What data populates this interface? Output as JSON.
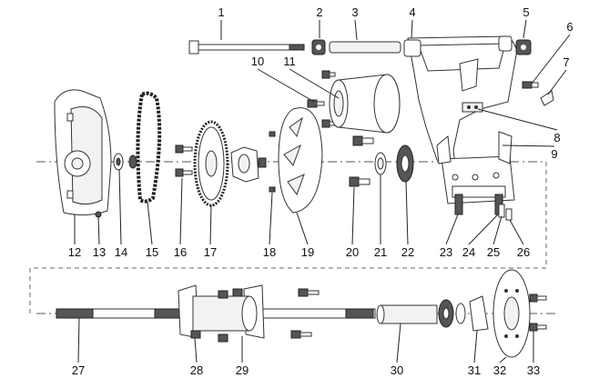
{
  "diagram": {
    "callouts": [
      "1",
      "2",
      "3",
      "4",
      "5",
      "6",
      "7",
      "8",
      "9",
      "10",
      "11",
      "12",
      "13",
      "14",
      "15",
      "16",
      "17",
      "18",
      "19",
      "20",
      "21",
      "22",
      "23",
      "24",
      "25",
      "26",
      "27",
      "28",
      "29",
      "30",
      "31",
      "32",
      "33"
    ]
  },
  "colors": {
    "ink": "#333333",
    "background": "#ffffff",
    "label": "#111111"
  }
}
